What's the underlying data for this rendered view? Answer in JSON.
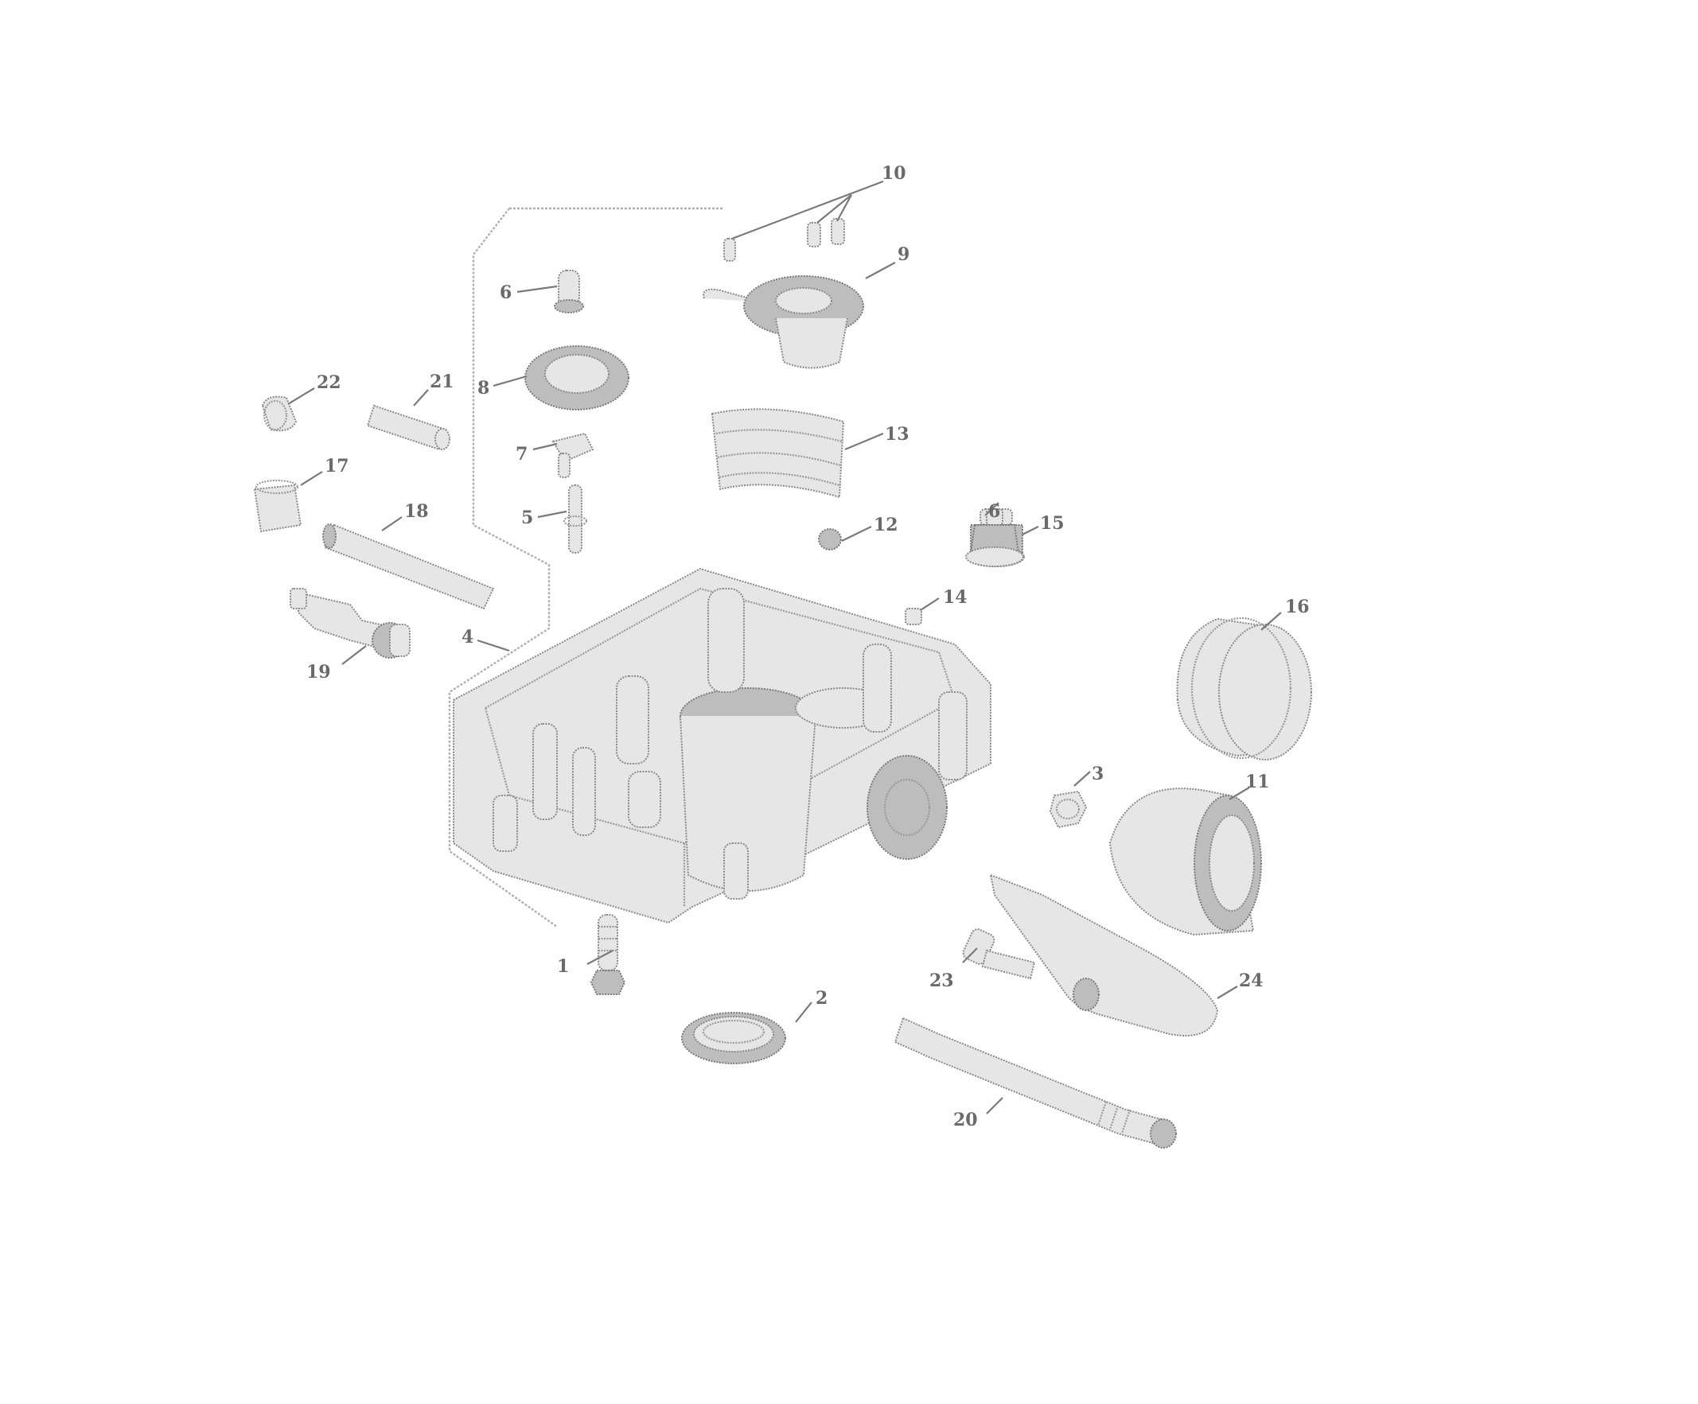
{
  "diagram": {
    "callouts": [
      {
        "id": "c1",
        "label": "1"
      },
      {
        "id": "c2",
        "label": "2"
      },
      {
        "id": "c3",
        "label": "3"
      },
      {
        "id": "c4",
        "label": "4"
      },
      {
        "id": "c5",
        "label": "5"
      },
      {
        "id": "c6",
        "label": "6"
      },
      {
        "id": "c6b",
        "label": "6"
      },
      {
        "id": "c7",
        "label": "7"
      },
      {
        "id": "c8",
        "label": "8"
      },
      {
        "id": "c9",
        "label": "9"
      },
      {
        "id": "c10",
        "label": "10"
      },
      {
        "id": "c11",
        "label": "11"
      },
      {
        "id": "c12",
        "label": "12"
      },
      {
        "id": "c13",
        "label": "13"
      },
      {
        "id": "c14",
        "label": "14"
      },
      {
        "id": "c15",
        "label": "15"
      },
      {
        "id": "c16",
        "label": "16"
      },
      {
        "id": "c17",
        "label": "17"
      },
      {
        "id": "c18",
        "label": "18"
      },
      {
        "id": "c19",
        "label": "19"
      },
      {
        "id": "c20",
        "label": "20"
      },
      {
        "id": "c21",
        "label": "21"
      },
      {
        "id": "c22",
        "label": "22"
      },
      {
        "id": "c23",
        "label": "23"
      },
      {
        "id": "c24",
        "label": "24"
      }
    ]
  }
}
